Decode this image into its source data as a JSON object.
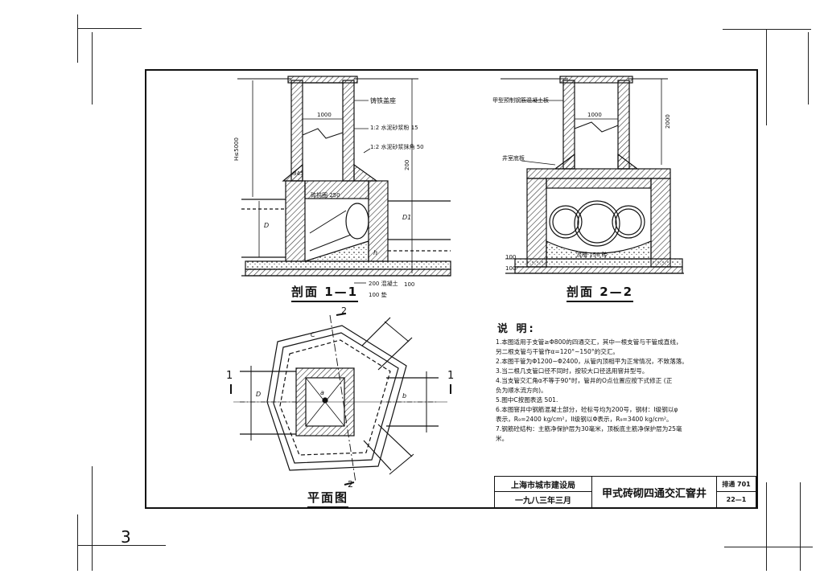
{
  "sheet": {
    "page_number": "3",
    "colors": {
      "ink": "#111111",
      "paper": "#ffffff",
      "hatch": "#555555"
    }
  },
  "sections": {
    "s11": {
      "caption": "剖面 1—1",
      "labels": {
        "cover": "铸铁盖座",
        "dim_1000": "1000",
        "plaster_1": "1:2 水泥砂浆粉 15",
        "plaster_2": "1:2 水泥砂浆抹角 50",
        "depth": "H≤5000",
        "ring_beam": "砖拱圈 250",
        "dim_345": "345",
        "dim_200": "200",
        "base_label": "200 混凝土",
        "cushion": "100 垫",
        "d": "D",
        "d2": "D1",
        "h": "h",
        "dim_100": "100"
      }
    },
    "s22": {
      "caption": "剖面 2—2",
      "labels": {
        "slab": "甲型预制钢筋混凝土板",
        "dim_1000": "1000",
        "dim_2000": "2000",
        "wall_slab": "井室底板",
        "flow": "流槽 150 砖",
        "dim_100a": "100",
        "dim_100b": "100"
      }
    },
    "plan": {
      "caption": "平面图",
      "marks": {
        "cut1_left": "1",
        "cut1_right": "1",
        "cut2_top": "2",
        "cut2_bottom": "2"
      },
      "labels": {
        "c": "C",
        "d": "D",
        "a": "a",
        "b": "b"
      }
    }
  },
  "notes": {
    "title": "说 明:",
    "items": [
      "1.本图适用于支管≥Φ800的四通交汇，其中一根支管与干管成直线，",
      "   另二根支管与干管作α=120°~150°的交汇。",
      "2.本图干管为Φ1200~Φ2400，从管内顶相平为正常情况，不致落落。",
      "3.当二根几支管口径不同时，按较大口径选用窨井型号。",
      "4.当支管交汇角α不等于90°时，管井的O点位置应按下式修正 (正",
      "   负为顺水流方向)。",
      "5.图中C按图表选 501.",
      "6.本图窨井中钢筋混凝土部分，砼标号均为200号，钢材：I级钢以φ",
      "   表示，R₉=2400 kg/cm²，II级钢以Φ表示，R₉=3400 kg/cm²。",
      "7.钢筋砼结构：主筋净保护层为30毫米，顶板底主筋净保护层为25毫",
      "   米。"
    ]
  },
  "title_block": {
    "org": "上海市城市建设局",
    "date": "一九八三年三月",
    "title": "甲式砖砌四通交汇窨井",
    "code": "排通 701",
    "sheet": "22—1"
  }
}
